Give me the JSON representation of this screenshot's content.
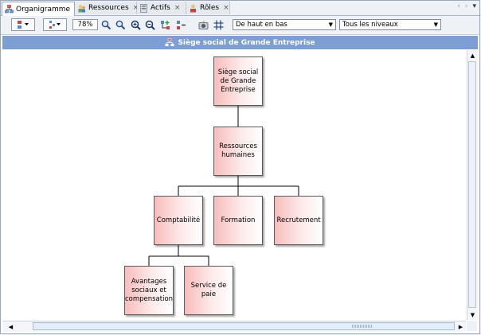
{
  "tabs": [
    {
      "label": "Organigramme",
      "icon": "org-chart-icon",
      "active": true
    },
    {
      "label": "Ressources",
      "icon": "resources-icon",
      "active": false
    },
    {
      "label": "Actifs",
      "icon": "assets-icon",
      "active": false
    },
    {
      "label": "Rôles",
      "icon": "roles-icon",
      "active": false
    }
  ],
  "tab_close_glyph": "×",
  "toolbar": {
    "zoom": "78%",
    "direction_select": "De haut en bas",
    "levels_select": "Tous les niveaux"
  },
  "banner": {
    "title": "Siège social de Grande Entreprise"
  },
  "org_chart": {
    "nodes": [
      {
        "id": "root",
        "label": "Siège social de Grande Entreprise"
      },
      {
        "id": "rh",
        "label": "Ressources humaines"
      },
      {
        "id": "compta",
        "label": "Comptabilité"
      },
      {
        "id": "formation",
        "label": "Formation"
      },
      {
        "id": "recrut",
        "label": "Recrutement"
      },
      {
        "id": "avantages",
        "label": "Avantages sociaux et compensation"
      },
      {
        "id": "paie",
        "label": "Service de paie"
      }
    ],
    "links": [
      [
        "root",
        "rh"
      ],
      [
        "rh",
        "compta"
      ],
      [
        "rh",
        "formation"
      ],
      [
        "rh",
        "recrut"
      ],
      [
        "compta",
        "avantages"
      ],
      [
        "compta",
        "paie"
      ]
    ]
  },
  "colors": {
    "banner": "#7d9ed2",
    "node_fill_start": "#f8bcbc",
    "node_border": "#5a5a5a"
  }
}
